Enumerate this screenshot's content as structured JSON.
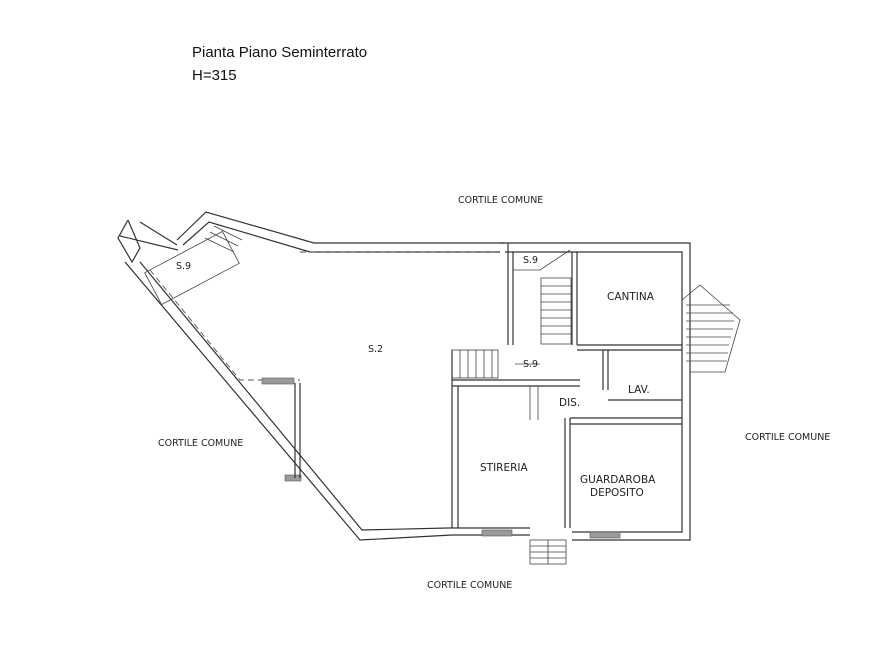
{
  "title": {
    "line1": "Pianta Piano Seminterrato",
    "line2": "H=315"
  },
  "labels": {
    "cortile_top": "CORTILE COMUNE",
    "cortile_left": "CORTILE COMUNE",
    "cortile_right": "CORTILE COMUNE",
    "cortile_bottom": "CORTILE COMUNE",
    "s9_left": "S.9",
    "s9_top": "S.9",
    "s9_mid": "S.9",
    "s2": "S.2",
    "cantina": "CANTINA",
    "lav": "LAV.",
    "dis": "DIS.",
    "stireria": "STIRERIA",
    "guardaroba": "GUARDAROBA",
    "deposito": "DEPOSITO"
  }
}
